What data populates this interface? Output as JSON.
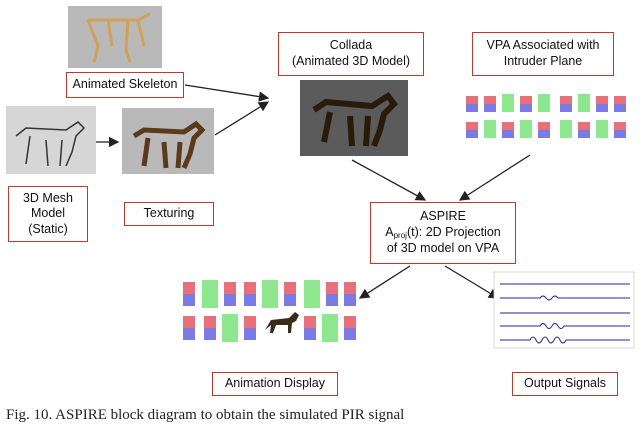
{
  "nodes": {
    "skeleton": {
      "label": "Animated Skeleton"
    },
    "mesh": {
      "line1": "3D Mesh",
      "line2": "Model",
      "line3": "(Static)"
    },
    "texturing": {
      "label": "Texturing"
    },
    "collada": {
      "line1": "Collada",
      "line2": "(Animated 3D Model)"
    },
    "vpa": {
      "line1": "VPA Associated with",
      "line2": "Intruder Plane"
    },
    "aspire": {
      "line1": "ASPIRE",
      "line2_prefix": "A",
      "line2_sub": "proj",
      "line2_rest": "(t): 2D Projection",
      "line3": "of 3D model on VPA"
    },
    "animation": {
      "label": "Animation Display"
    },
    "output": {
      "label": "Output Signals"
    }
  },
  "caption": "Fig. 10.   ASPIRE block diagram to obtain the simulated PIR signal",
  "colors": {
    "box_border": "#c0392b",
    "vpa_red": "#e8707a",
    "vpa_blue": "#7b7be6",
    "vpa_green": "#8ee68e",
    "signal": "#2323a0"
  }
}
